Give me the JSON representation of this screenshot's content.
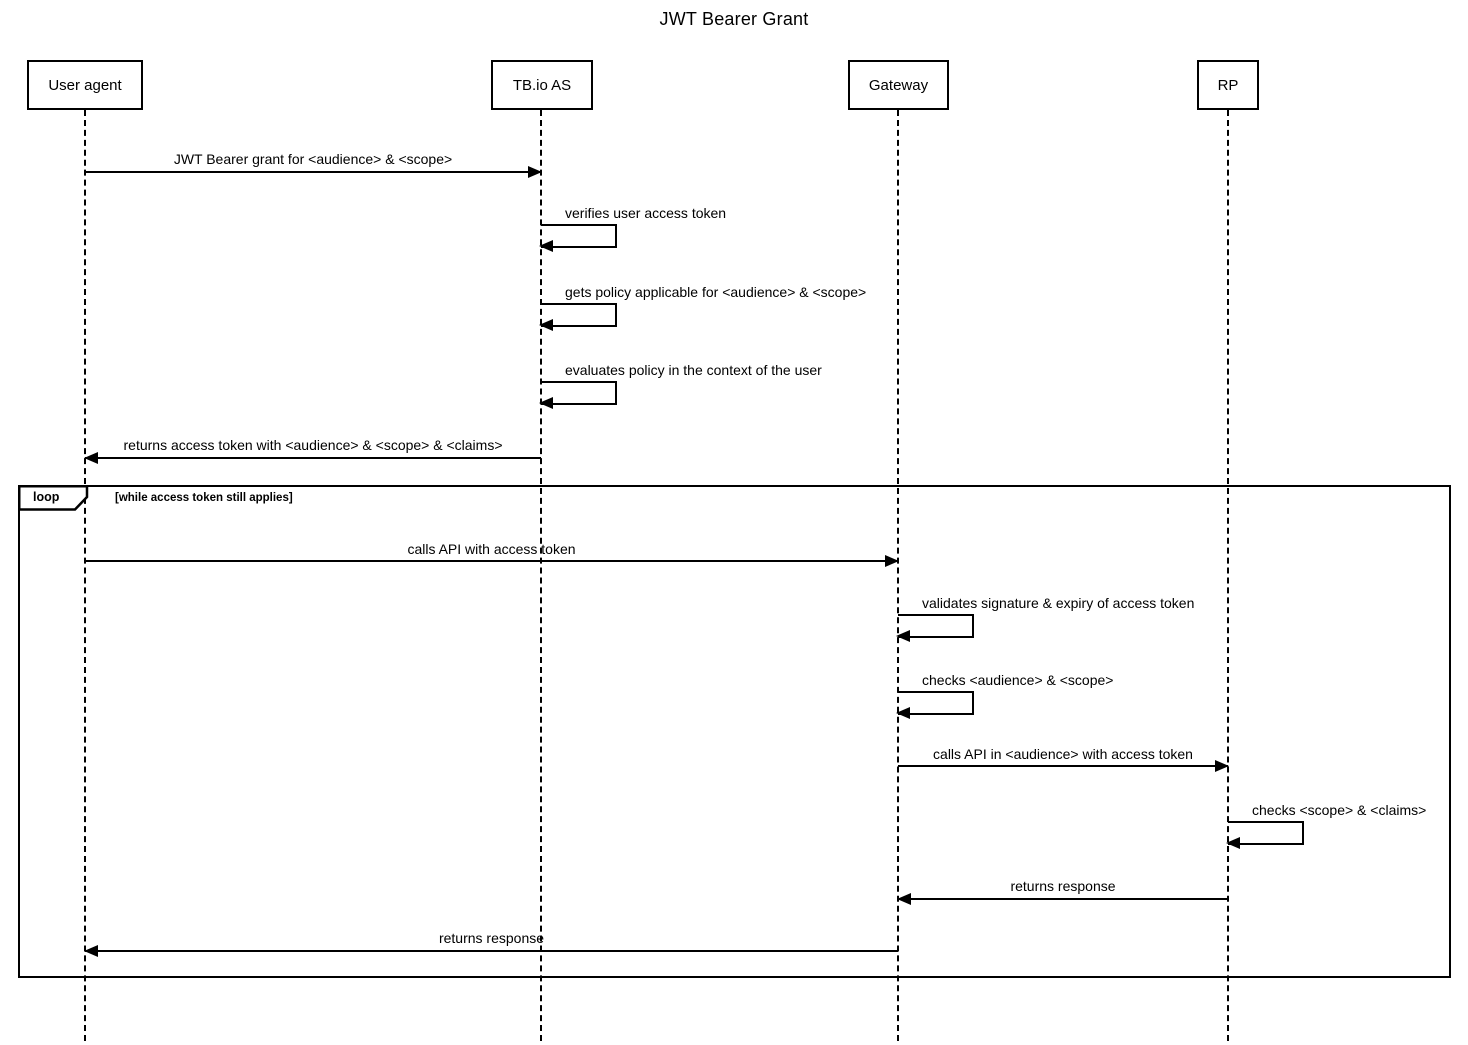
{
  "title": "JWT Bearer Grant",
  "participants": [
    {
      "name": "User agent"
    },
    {
      "name": "TB.io AS"
    },
    {
      "name": "Gateway"
    },
    {
      "name": "RP"
    }
  ],
  "loop": {
    "label": "loop",
    "condition": "[while access token still applies]"
  },
  "messages": [
    {
      "label": "JWT Bearer grant for <audience> & <scope>",
      "from": "User agent",
      "to": "TB.io AS",
      "kind": "arrow"
    },
    {
      "label": "verifies user access token",
      "from": "TB.io AS",
      "to": "TB.io AS",
      "kind": "self"
    },
    {
      "label": "gets policy applicable for <audience> & <scope>",
      "from": "TB.io AS",
      "to": "TB.io AS",
      "kind": "self"
    },
    {
      "label": "evaluates policy in the context of the user",
      "from": "TB.io AS",
      "to": "TB.io AS",
      "kind": "self"
    },
    {
      "label": "returns access token with <audience> & <scope> & <claims>",
      "from": "TB.io AS",
      "to": "User agent",
      "kind": "arrow"
    },
    {
      "label": "calls API with access token",
      "from": "User agent",
      "to": "Gateway",
      "kind": "arrow"
    },
    {
      "label": "validates signature & expiry of access token",
      "from": "Gateway",
      "to": "Gateway",
      "kind": "self"
    },
    {
      "label": "checks <audience> & <scope>",
      "from": "Gateway",
      "to": "Gateway",
      "kind": "self"
    },
    {
      "label": "calls API in <audience> with access token",
      "from": "Gateway",
      "to": "RP",
      "kind": "arrow"
    },
    {
      "label": "checks <scope> & <claims>",
      "from": "RP",
      "to": "RP",
      "kind": "self"
    },
    {
      "label": "returns response",
      "from": "RP",
      "to": "Gateway",
      "kind": "arrow"
    },
    {
      "label": "returns response",
      "from": "Gateway",
      "to": "User agent",
      "kind": "arrow"
    }
  ],
  "colors": {
    "line": "#000000",
    "background": "#ffffff"
  }
}
